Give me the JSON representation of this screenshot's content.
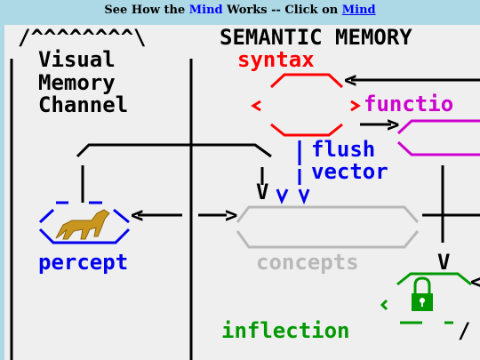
{
  "header": {
    "prefix": "See How the ",
    "mind_word": "Mind",
    "middle": " Works -- Click on ",
    "mind_link": "Mind"
  },
  "diagram": {
    "top_left_ascii": "/^^^^^^^^\\",
    "semantic_title": "SEMANTIC MEMORY",
    "visual_channel": [
      "Visual",
      "Memory",
      "Channel"
    ],
    "syntax": "syntax",
    "function": "functio",
    "flush": "flush",
    "vector": "vector",
    "percept": "percept",
    "concepts": "concepts",
    "inflection": "inflection",
    "colors": {
      "black": "#000000",
      "red": "#ff0000",
      "magenta": "#cc00cc",
      "blue": "#0000ee",
      "gray": "#b8b8b8",
      "green": "#009900",
      "panel": "#efefef",
      "header_bg": "#add8e6"
    },
    "icons": [
      "horse-icon",
      "padlock-icon"
    ]
  }
}
